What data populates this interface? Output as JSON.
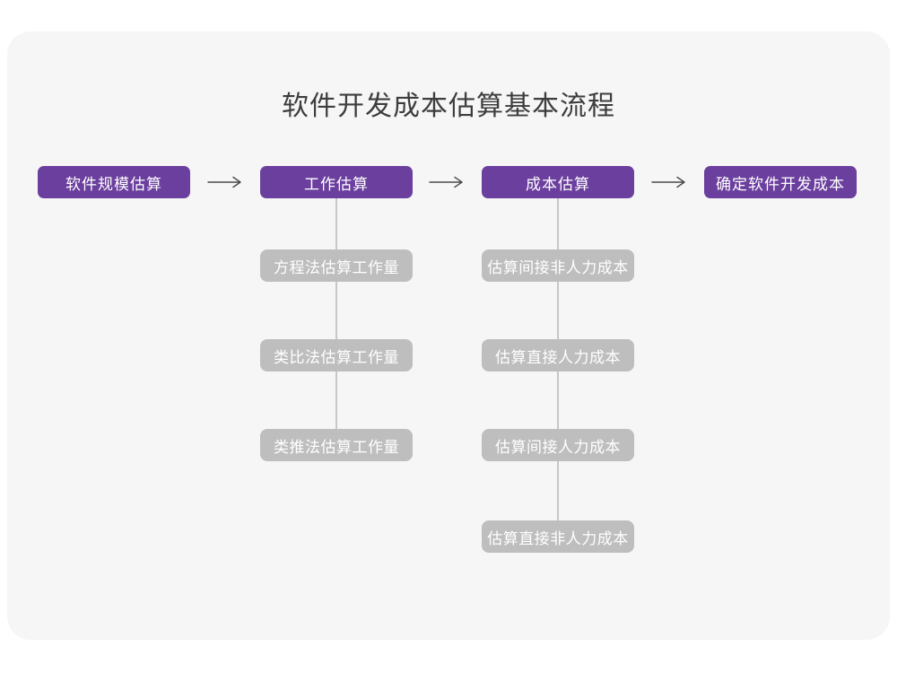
{
  "page": {
    "title": "软件开发成本估算基本流程"
  },
  "flow": {
    "main_steps": [
      {
        "label": "软件规模估算"
      },
      {
        "label": "工作估算"
      },
      {
        "label": "成本估算"
      },
      {
        "label": "确定软件开发成本"
      }
    ],
    "work_estimation_methods": [
      {
        "label": "方程法估算工作量"
      },
      {
        "label": "类比法估算工作量"
      },
      {
        "label": "类推法估算工作量"
      }
    ],
    "cost_estimation_steps": [
      {
        "label": "估算间接非人力成本"
      },
      {
        "label": "估算直接人力成本"
      },
      {
        "label": "估算间接人力成本"
      },
      {
        "label": "估算直接非人力成本"
      }
    ]
  },
  "colors": {
    "primary_box": "#6b3f9e",
    "secondary_box": "#bebebe",
    "connector_line": "#c7c7c7",
    "arrow": "#4a4a4a",
    "card_background": "#f6f6f7",
    "page_background": "#ffffff",
    "title_text": "#3d3d3d",
    "box_text": "#ffffff"
  }
}
